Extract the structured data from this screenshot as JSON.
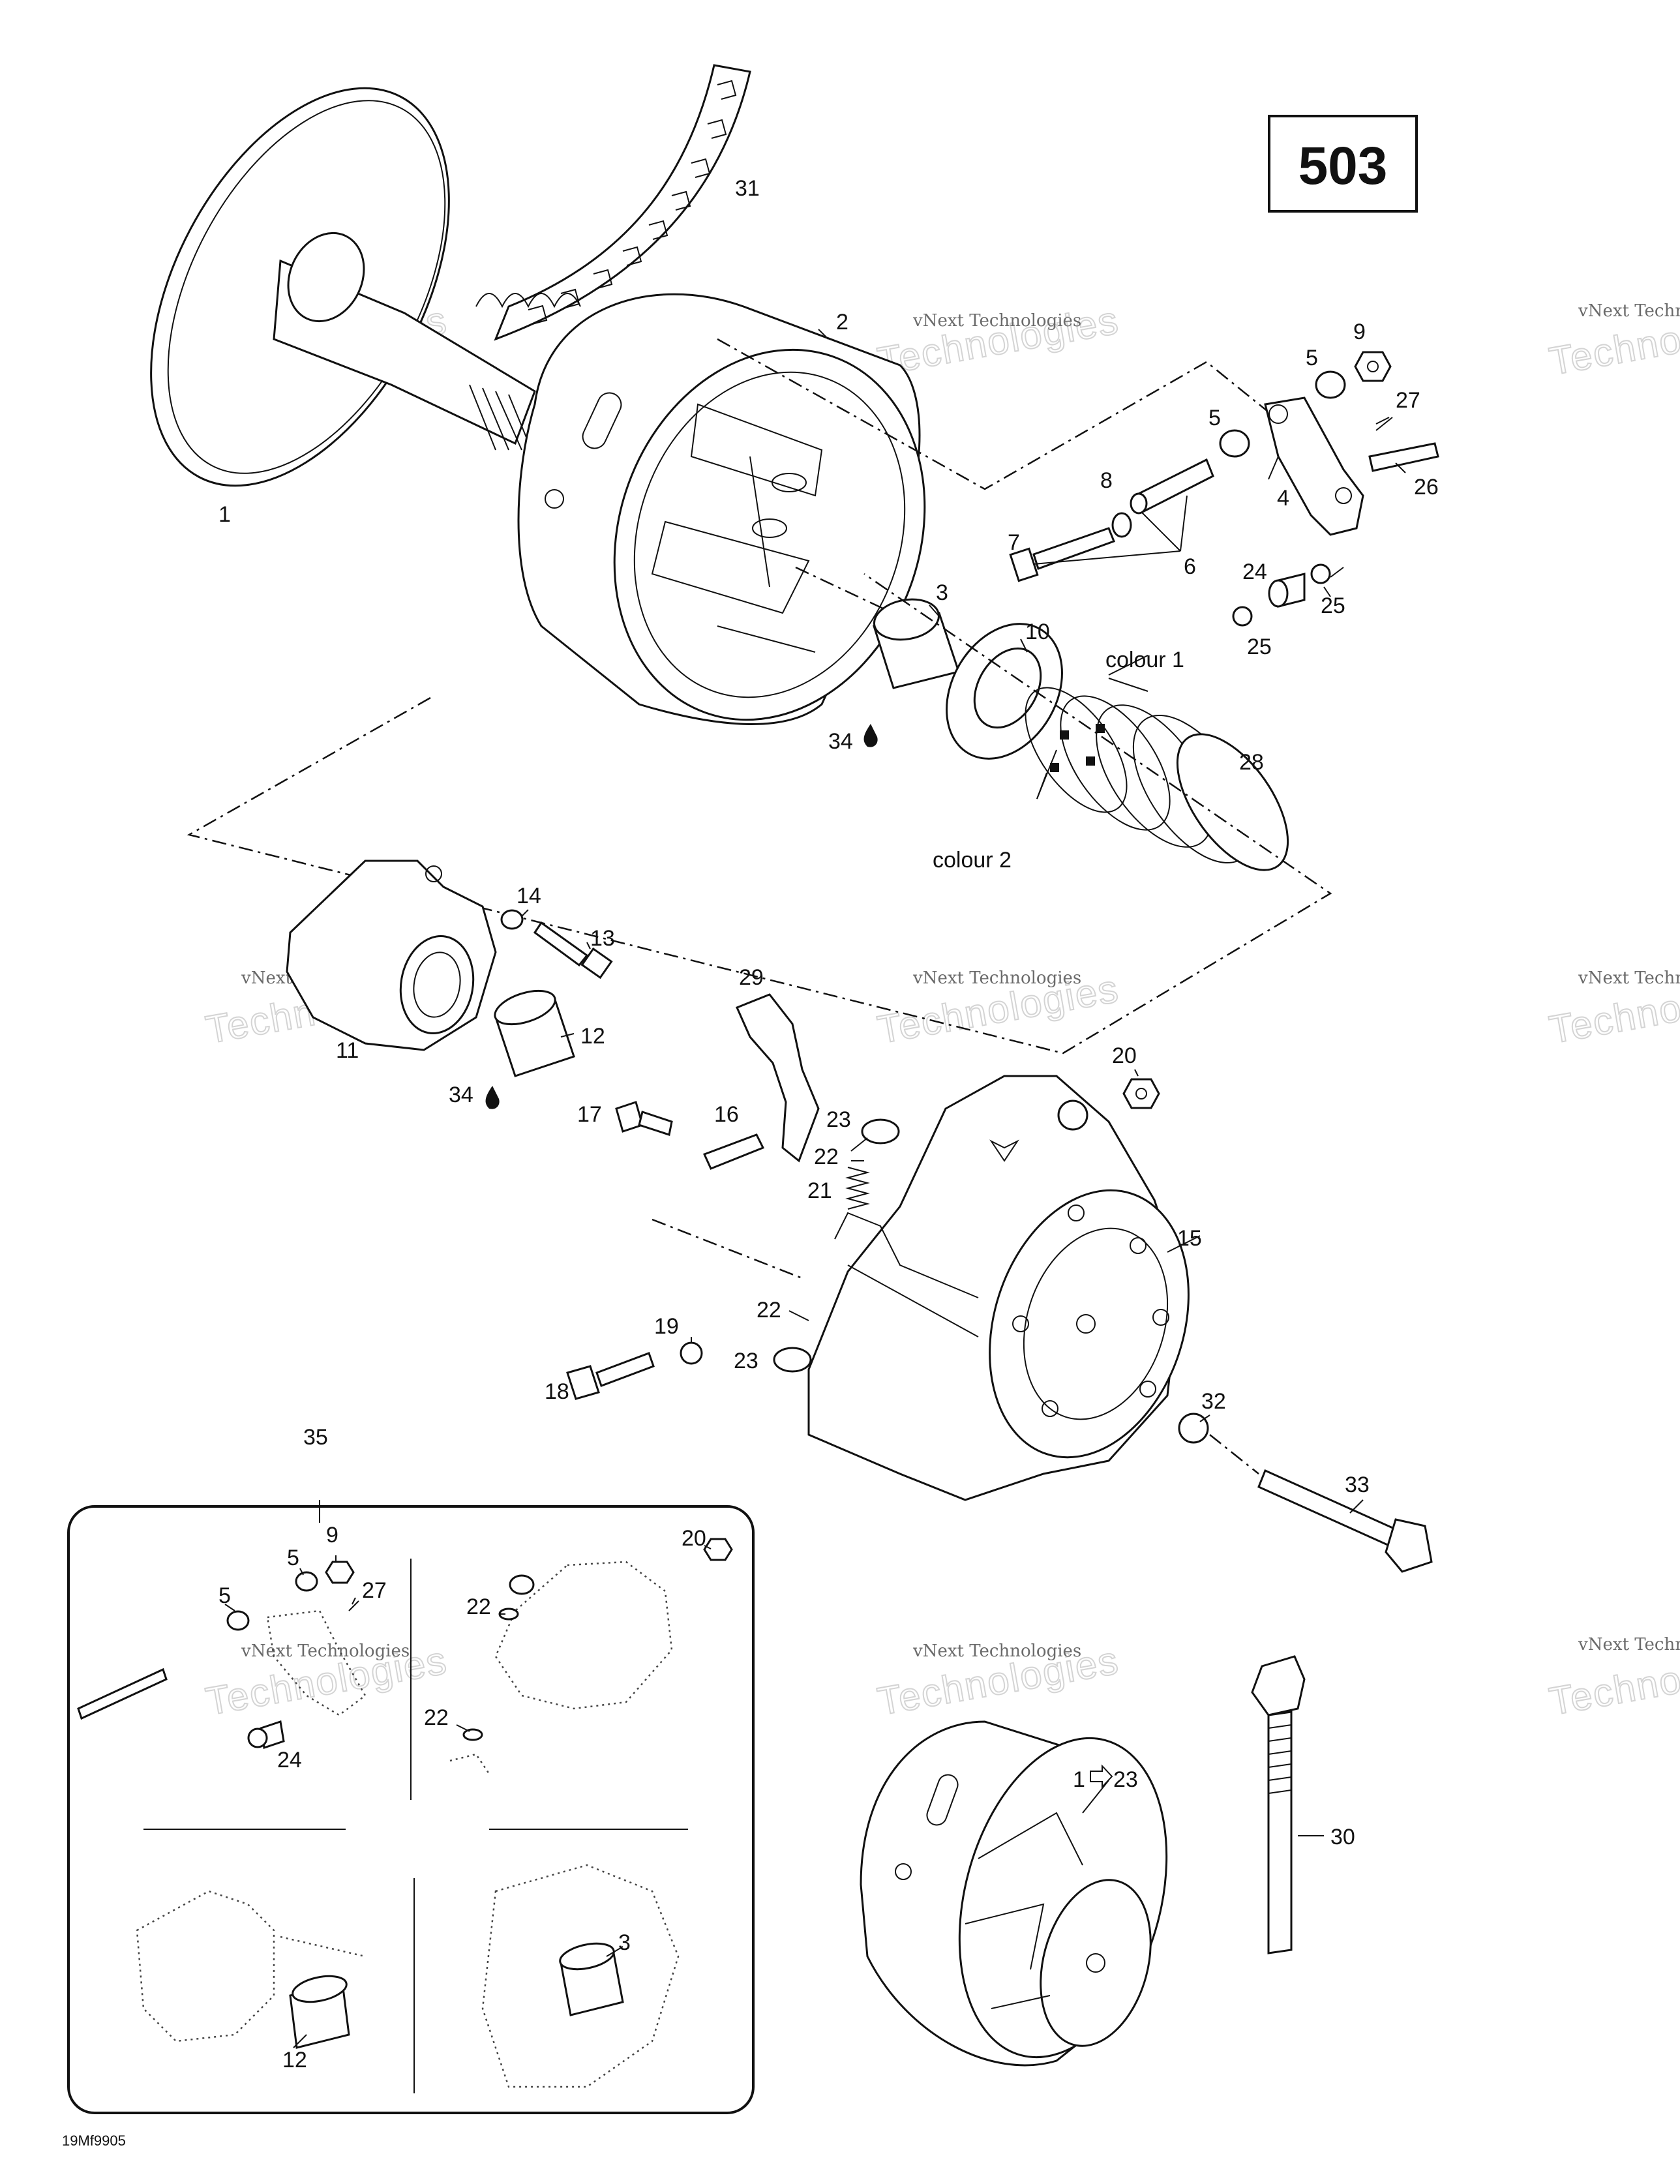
{
  "figure_number": "503",
  "drawing_code": "19Mf9905",
  "watermark": {
    "line1": "vNext Technologies",
    "line2": "Technologies",
    "line3": "vNext"
  },
  "callouts": {
    "c1": "1",
    "c2": "2",
    "c3": "3",
    "c4": "4",
    "c5a": "5",
    "c5b": "5",
    "c6": "6",
    "c7": "7",
    "c8": "8",
    "c9": "9",
    "c10": "10",
    "c11": "11",
    "c12": "12",
    "c13": "13",
    "c14": "14",
    "c15": "15",
    "c16": "16",
    "c17": "17",
    "c18": "18",
    "c19": "19",
    "c20": "20",
    "c21": "21",
    "c22a": "22",
    "c22b": "22",
    "c23a": "23",
    "c23b": "23",
    "c24": "24",
    "c25a": "25",
    "c25b": "25",
    "c26": "26",
    "c27": "27",
    "c28": "28",
    "c29": "29",
    "c30": "30",
    "c31": "31",
    "c32": "32",
    "c33": "33",
    "c34a": "34",
    "c34b": "34",
    "c35": "35",
    "colour1": "colour 1",
    "colour2": "colour 2",
    "range_start": "1",
    "range_end": "23"
  },
  "inset": {
    "c5a": "5",
    "c5b": "5",
    "c9": "9",
    "c27": "27",
    "c24": "24",
    "c20": "20",
    "c22a": "22",
    "c22b": "22",
    "c12": "12",
    "c3": "3"
  },
  "icons": [
    "oil-drop-icon",
    "range-arrow-icon"
  ]
}
